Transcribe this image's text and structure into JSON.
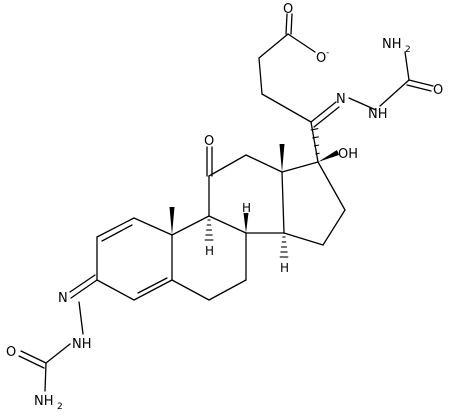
{
  "molecule": {
    "atoms": {
      "carboxylate_o_double": "O",
      "carboxylate_o_single": "O",
      "carboxylate_charge": "-",
      "side_nh2": "NH",
      "side_nh2_sub": "2",
      "side_carbonyl_o": "O",
      "side_imine_n": "N",
      "side_nh": "NH",
      "c11_ketone_o": "O",
      "c17_oh": "OH",
      "h_c9": "H",
      "h_c8": "H",
      "h_c14": "H",
      "ring_imine_n": "N",
      "ring_nh": "NH",
      "bottom_carbonyl_o": "O",
      "bottom_nh2": "NH",
      "bottom_nh2_sub": "2"
    }
  }
}
